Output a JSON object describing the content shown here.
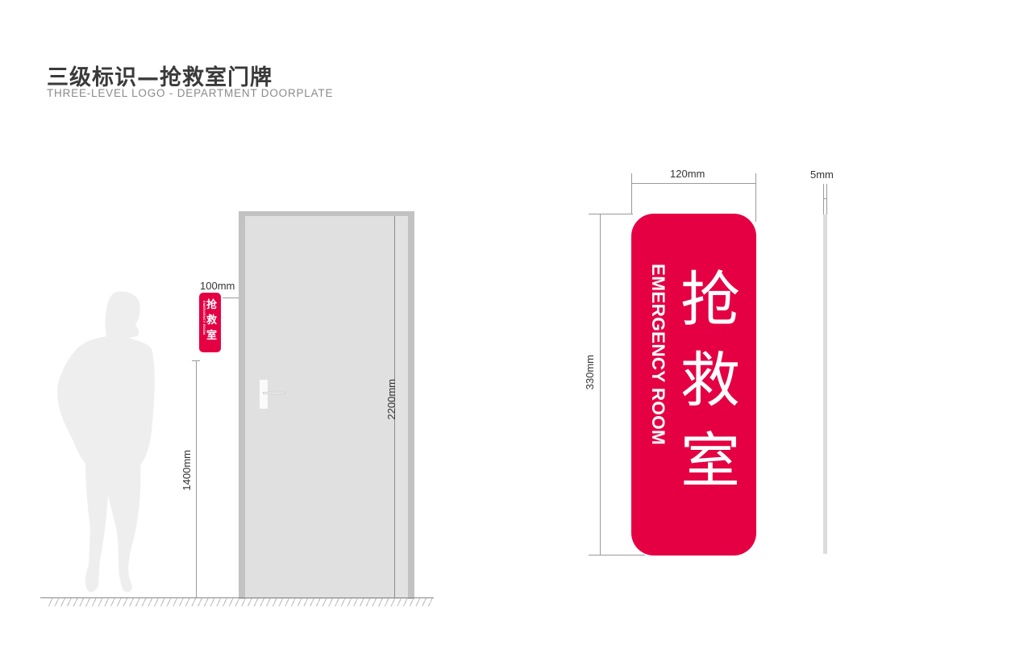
{
  "header": {
    "title_cn": "三级标识—抢救室门牌",
    "title_en": "THREE-LEVEL LOGO - DEPARTMENT DOORPLATE"
  },
  "elevation": {
    "sign_offset_label": "100mm",
    "sign_height_label": "1400mm",
    "door_height_label": "2200mm",
    "door_color": "#e0e0e0",
    "frame_color": "#c2c2c2",
    "figure": "human-silhouette"
  },
  "sign": {
    "name_cn": "抢救室",
    "name_cn_chars": [
      "抢",
      "救",
      "室"
    ],
    "name_en": "EMERGENCY ROOM",
    "color": "#e40043",
    "text_color": "#ffffff",
    "width_label": "120mm",
    "height_label": "330mm",
    "thickness_label": "5mm"
  }
}
